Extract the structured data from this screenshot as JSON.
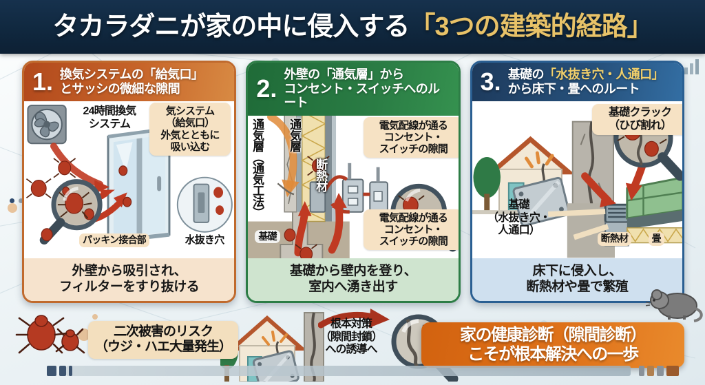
{
  "header": {
    "title_main": "タカラダニが家の中に侵入する",
    "title_highlight": "「3つの建築的経路」"
  },
  "panels": [
    {
      "number": "1.",
      "title_line1": "換気システムの「給気口」",
      "title_line2": "とサッシの微細な隙間",
      "accent": "#b2491c",
      "labels": {
        "fan_system": "24時間換気\nシステム",
        "intake_callout": "気システム\n（給気口）\n外気とともに\n吸い込む",
        "packing": "パッキン接合部",
        "drain_hole": "水抜き穴"
      },
      "footer": "外壁から吸引され、\nフィルターをすり抜ける"
    },
    {
      "number": "2.",
      "title_line1": "外壁の「通気層」から",
      "title_line2": "コンセント・スイッチへのルート",
      "accent": "#1f6b38",
      "labels": {
        "vent_method": "通気層（通気工法）",
        "vent_layer": "通気層",
        "insulation": "断熱材",
        "foundation": "基礎",
        "outlet_callout_top": "電気配線が通る\nコンセント・\nスイッチの隙間",
        "outlet_callout_bottom": "電気配線が通る\nコンセント・\nスイッチの隙間"
      },
      "footer": "基礎から壁内を登り、\n室内へ湧き出す"
    },
    {
      "number": "3.",
      "title_prefix": "基礎の",
      "title_highlight": "「水抜き穴・人通口」",
      "title_line2": "から床下・畳へのルート",
      "accent": "#1d3a5c",
      "labels": {
        "crack_callout": "基礎クラック\n（ひび割れ）",
        "foundation": "基礎\n（水抜き穴・\n人通口）",
        "insulation": "断熱材",
        "tatami": "畳"
      },
      "footer": "床下に侵入し、\n断熱材や畳で繁殖"
    }
  ],
  "bottom": {
    "risk": "二次被害のリスク\n（ウジ・ハエ大量発生）",
    "measure": "根本対策\n（隙間封鎖）\nへの誘導へ",
    "cta_line1": "家の健康診断（隙間診断）",
    "cta_line2": "こそが根本解決への一歩"
  },
  "colors": {
    "header_bg": "#10283f",
    "title_highlight": "#e8c268",
    "panel1": "#b2491c",
    "panel2": "#1f6b38",
    "panel3": "#1d3a5c",
    "cta": "#d2620f",
    "mite": "#b53a22"
  }
}
